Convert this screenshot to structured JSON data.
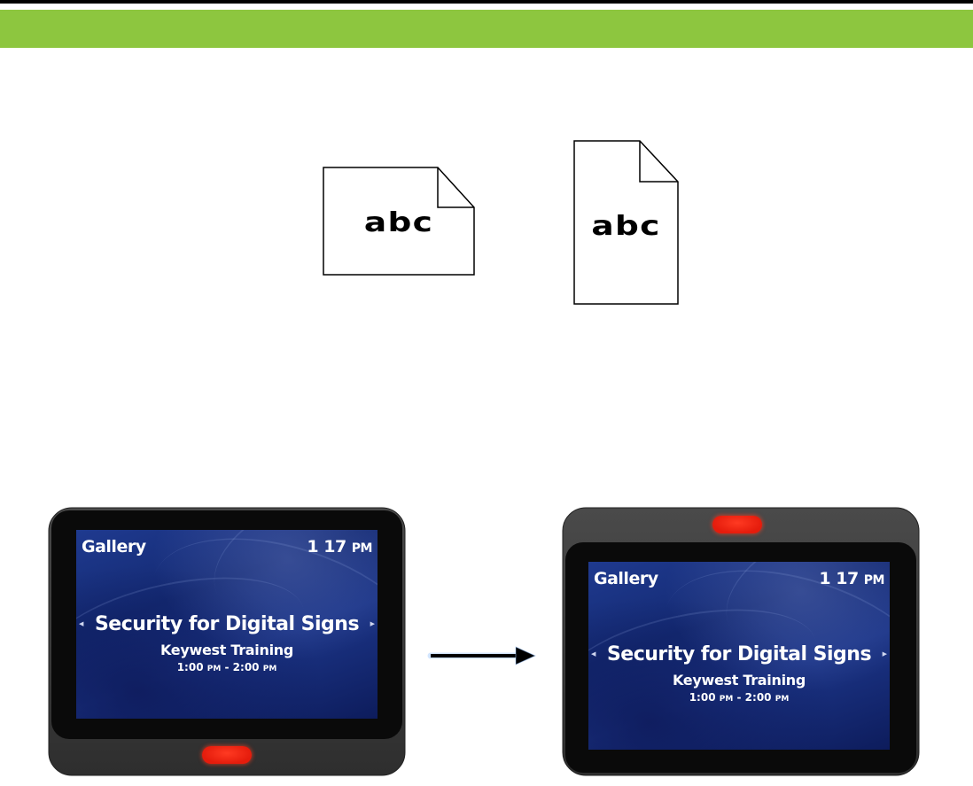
{
  "colors": {
    "header_bar": "#8dc63f",
    "device_body": "#3d3d3d",
    "led": "#e51c0c",
    "screen": "#1a3282"
  },
  "documents": [
    {
      "orientation": "landscape",
      "text": "abc",
      "icon": "document-landscape-icon"
    },
    {
      "orientation": "portrait",
      "text": "abc",
      "icon": "document-portrait-icon"
    }
  ],
  "devices": [
    {
      "orientation": "led-bottom",
      "screen": {
        "room": "Gallery",
        "time": "1 17",
        "time_suffix": "PM",
        "title": "Security for Digital Signs",
        "subtitle": "Keywest Training",
        "hours_start": "1:00",
        "hours_start_suffix": "PM",
        "hours_sep": "-",
        "hours_end": "2:00",
        "hours_end_suffix": "PM"
      }
    },
    {
      "orientation": "led-top",
      "screen": {
        "room": "Gallery",
        "time": "1 17",
        "time_suffix": "PM",
        "title": "Security for Digital Signs",
        "subtitle": "Keywest Training",
        "hours_start": "1:00",
        "hours_start_suffix": "PM",
        "hours_sep": "-",
        "hours_end": "2:00",
        "hours_end_suffix": "PM"
      }
    }
  ],
  "arrow_icon": "right-arrow-icon"
}
